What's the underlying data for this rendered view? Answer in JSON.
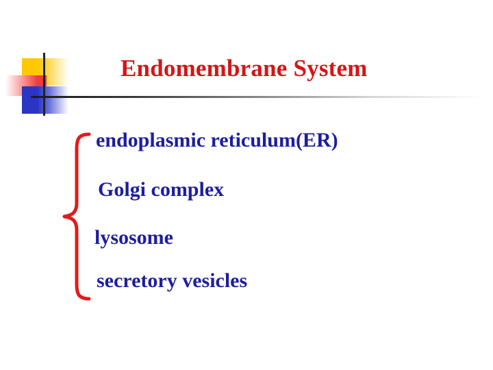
{
  "slide": {
    "title": "Endomembrane System",
    "title_color": "#D31616",
    "body_color": "#1D1DA0",
    "background": "#FFFFFF",
    "brace_color": "#E01B1B"
  },
  "logo": {
    "name": "powerpoint-design-accent",
    "yellow_color": "#FFC800",
    "red_color": "#F23A3A",
    "blue_color": "#2B35C4",
    "line_color": "#222222"
  },
  "rule": {
    "gradient_from": "#1A1A1A",
    "gradient_to": "#FFFFFF"
  },
  "body": {
    "items": [
      {
        "label": "endoplasmic reticulum(ER)"
      },
      {
        "label": "Golgi complex"
      },
      {
        "label": "lysosome"
      },
      {
        "label": "secretory vesicles"
      }
    ]
  }
}
